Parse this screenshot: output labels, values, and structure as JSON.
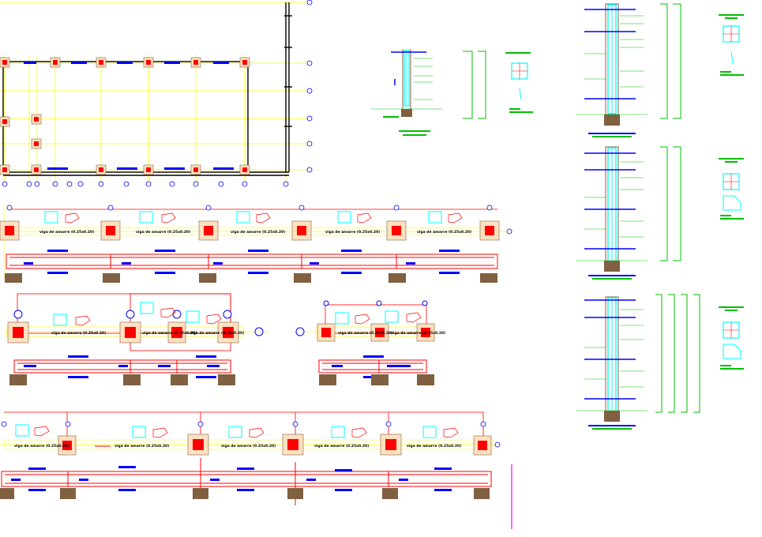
{
  "colors": {
    "background": "#ffffff",
    "grid_axis": "#ffff00",
    "wall": "#000000",
    "beam_outline": "#ff0000",
    "column_fill": "#ff0000",
    "column_pad": "#ffe0c0",
    "axis_bubble": "#0000ff",
    "rebar_cyan": "#00ffff",
    "dim_green": "#00c000",
    "tag_blue": "#0000ff",
    "footing_brown": "#806040",
    "magenta_line": "#ff00ff",
    "dark_text": "#000000"
  },
  "beam_labels": {
    "row1": [
      "viga de amarre (0.25x0.20)",
      "viga de amarre (0.25x0.20)",
      "viga de amarre (0.25x0.20)",
      "viga de amarre (0.25x0.20)",
      "viga de amarre (0.25x0.20)"
    ],
    "row2_left": [
      "viga de amarre (0.25x0.20)",
      "viga de amarre (0.25x0.20)",
      "viga de amarre (0.25x0.20)"
    ],
    "row2_right": [
      "viga de amarre (0.25x0.20)",
      "viga de amarre (0.25x0.20)"
    ],
    "row3": [
      "viga de amarre (0.25x0.20)",
      "viga de amarre (0.25x0.20)",
      "viga de amarre (0.25x0.20)",
      "viga de amarre (0.25x0.20)",
      "viga de amarre (0.25x0.20)"
    ]
  },
  "icons": {
    "axis_bubble": "circle-axis-icon",
    "column_section": "column-section-icon",
    "footing": "footing-icon"
  }
}
